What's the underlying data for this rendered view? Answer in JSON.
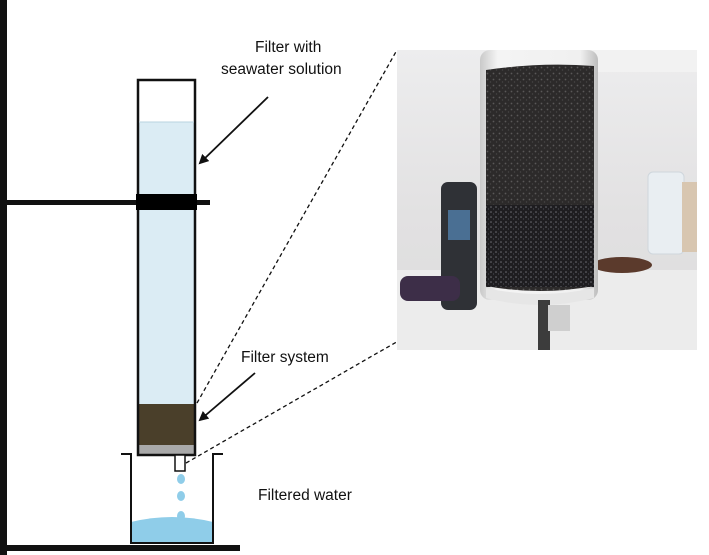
{
  "labels": {
    "filter_with_line1": "Filter with",
    "filter_with_line2": "seawater solution",
    "filter_system": "Filter system",
    "filtered_water": "Filtered water"
  },
  "colors": {
    "seawater": "#dbecf4",
    "filter_media": "#4a3f2a",
    "clamp": "#000000",
    "filtered_water": "#8fcde9",
    "outline": "#111111"
  },
  "photo": {
    "description_icon": "filter-column-photo-icon"
  }
}
